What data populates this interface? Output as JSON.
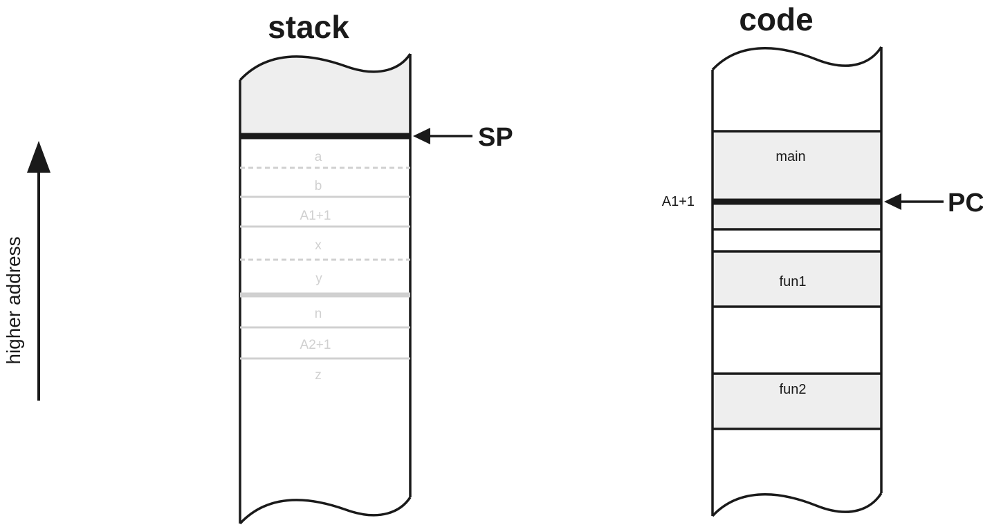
{
  "axis": {
    "label": "higher address"
  },
  "stack": {
    "title": "stack",
    "pointer_label": "SP",
    "cells": [
      "a",
      "b",
      "A1+1",
      "x",
      "y",
      "n",
      "A2+1",
      "z"
    ]
  },
  "code": {
    "title": "code",
    "pointer_label": "PC",
    "pointer_address": "A1+1",
    "blocks": [
      "main",
      "fun1",
      "fun2"
    ]
  },
  "colors": {
    "outline": "#1a1a1a",
    "shaded": "#eeeeee",
    "faded": "#d0d0d0"
  }
}
